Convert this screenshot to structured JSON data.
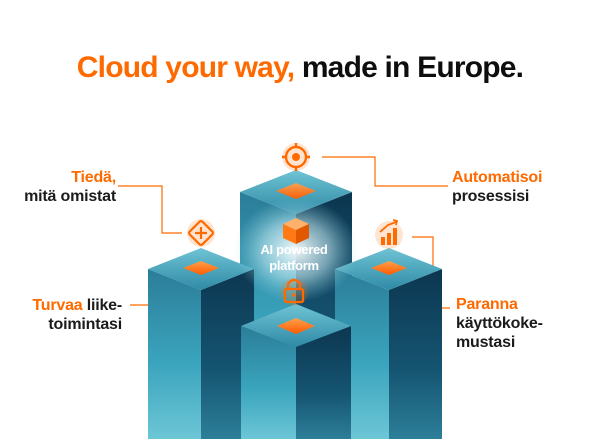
{
  "headline": {
    "accent": "Cloud your way,",
    "rest": "made in Europe."
  },
  "center": {
    "line1": "AI powered",
    "line2": "platform"
  },
  "labels": {
    "know": {
      "accent": "Tiedä,",
      "line2": "mitä omistat"
    },
    "automate": {
      "accent": "Automatisoi",
      "line2": "prosessisi"
    },
    "protect": {
      "accent": "Turvaa",
      "line1_rest": "liike-",
      "line2": "toimintasi"
    },
    "improve": {
      "accent": "Paranna",
      "line2": "käyttökoke-",
      "line3": "mustasi"
    }
  },
  "colors": {
    "accent": "#ff6a00",
    "text": "#0e0e0e",
    "pillar_light": "#3fa9c0",
    "pillar_dark": "#0d3d55"
  },
  "icons": [
    "target-icon",
    "puzzle-icon",
    "lock-icon",
    "growth-chart-icon",
    "cube-icon"
  ]
}
